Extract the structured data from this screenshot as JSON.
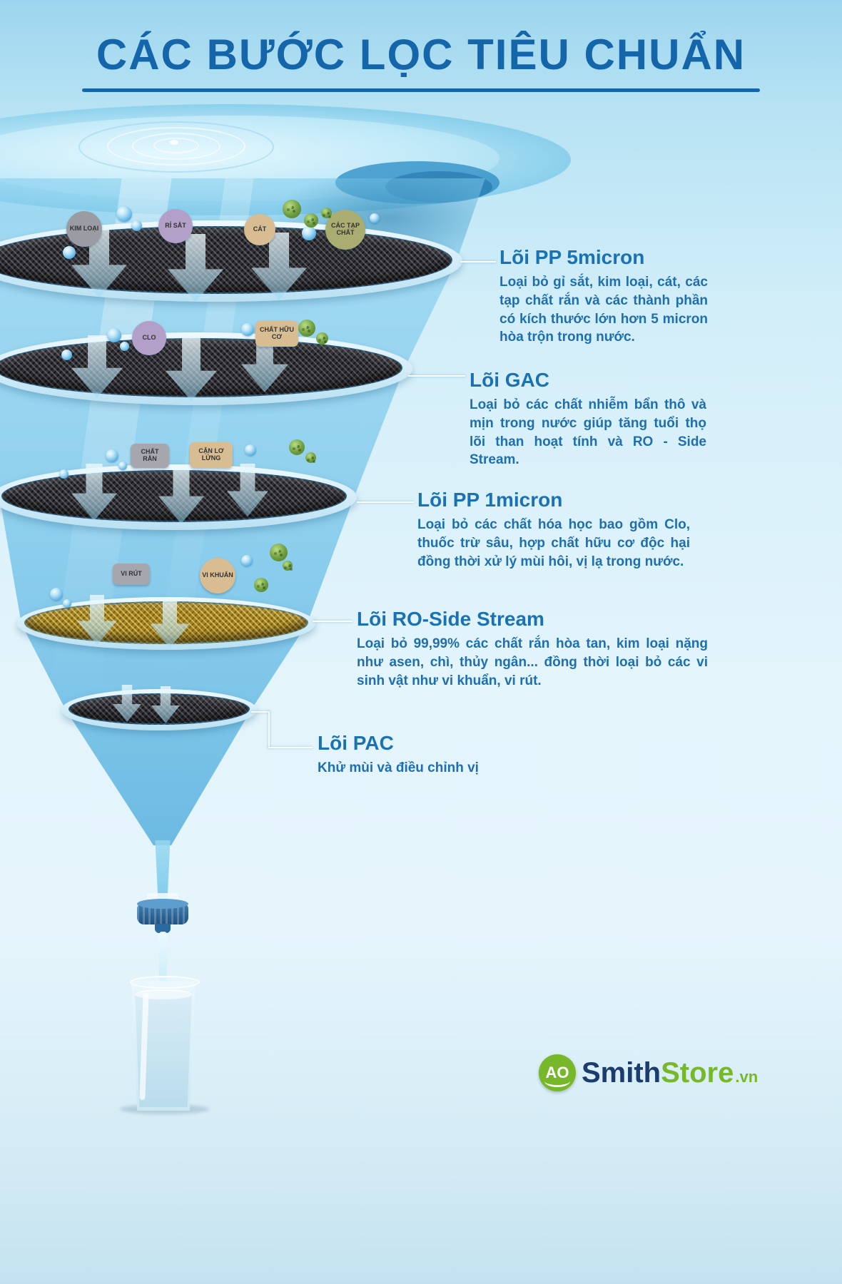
{
  "title": "CÁC BƯỚC LỌC TIÊU CHUẨN",
  "steps": [
    {
      "heading": "Lõi PP 5micron",
      "body": "Loại bỏ gỉ sắt, kim loại, cát, các tạp chất rắn và các thành phần có kích thước lớn hơn 5 micron hòa trộn trong nước.",
      "particles": [
        "KIM LOẠI",
        "RỈ SẮT",
        "CÁT",
        "CÁC TẠP CHẤT"
      ]
    },
    {
      "heading": "Lõi GAC",
      "body": "Loại bỏ các chất nhiễm bẩn thô và mịn trong nước giúp tăng tuổi thọ lõi than hoạt tính và RO - Side Stream.",
      "particles": [
        "CLO",
        "CHẤT HỮU CƠ"
      ]
    },
    {
      "heading": "Lõi PP 1micron",
      "body": "Loại bỏ các chất hóa học bao gồm Clo, thuốc trừ sâu, hợp chất hữu cơ độc hại đồng thời xử lý mùi hôi, vị lạ trong nước.",
      "particles": [
        "CHẤT RẮN",
        "CẶN LƠ LỬNG"
      ]
    },
    {
      "heading": "Lõi RO-Side Stream",
      "body": "Loại bỏ 99,99% các chất rắn hòa tan, kim loại nặng như asen, chì, thủy ngân... đồng thời loại bỏ các vi sinh vật như vi khuẩn, vi rút.",
      "particles": [
        "VI RÚT",
        "VI KHUẨN"
      ]
    },
    {
      "heading": "Lõi PAC",
      "body": "Khử mùi và điều chỉnh vị",
      "particles": []
    }
  ],
  "logo": {
    "badge": "AO",
    "smith": "Smith",
    "store": "Store",
    "vn": ".vn"
  },
  "colors": {
    "accent_blue": "#1a6fb5",
    "title_blue": "#1565ab",
    "brand_green": "#76b82a",
    "brand_navy": "#1b3c6e",
    "gold_mesh": "#a3831f",
    "dark_mesh": "#2e2e33"
  }
}
